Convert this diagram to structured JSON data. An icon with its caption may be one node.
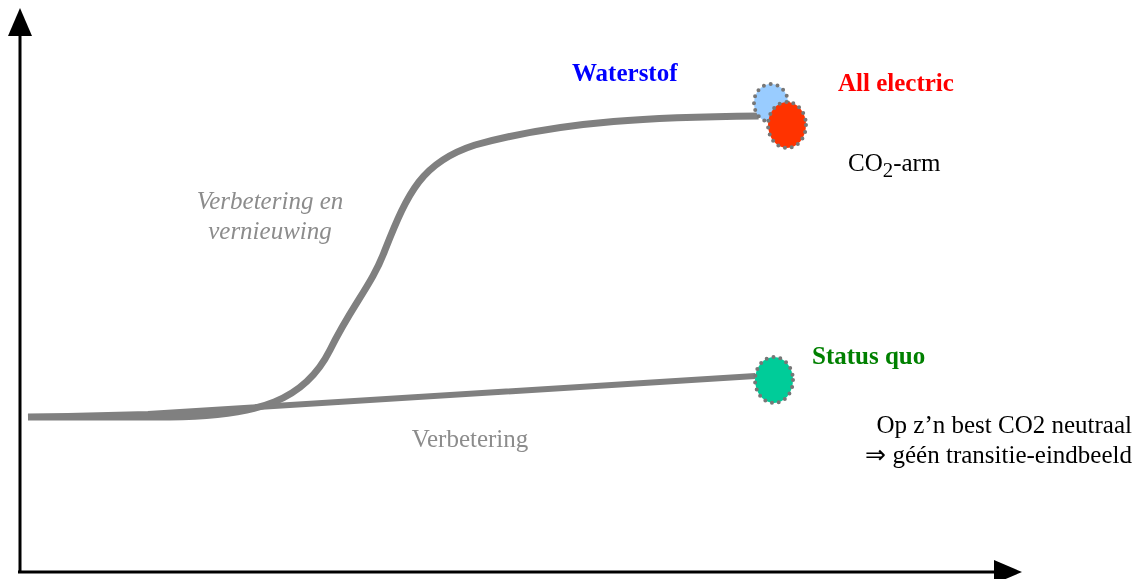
{
  "diagram": {
    "nodes": [
      {
        "text": [],
        "shape": "circle"
      },
      {
        "text": [],
        "shape": "circle",
        "beside": [
          "All electric"
        ]
      },
      {
        "text": [],
        "shape": "circle",
        "beside": [
          "Status quo"
        ]
      }
    ],
    "edges": [
      {
        "from": null,
        "to": 0,
        "arrow": "none",
        "label": "Verbetering en vernieuwing"
      },
      {
        "from": null,
        "to": 2,
        "arrow": "none",
        "label": "Verbetering"
      }
    ],
    "labels": [
      "Waterstof",
      "CO$_{2}$-arm",
      "Op z’n best CO2 neutraal ⇒ géén transitie-eindbeeld"
    ]
  }
}
